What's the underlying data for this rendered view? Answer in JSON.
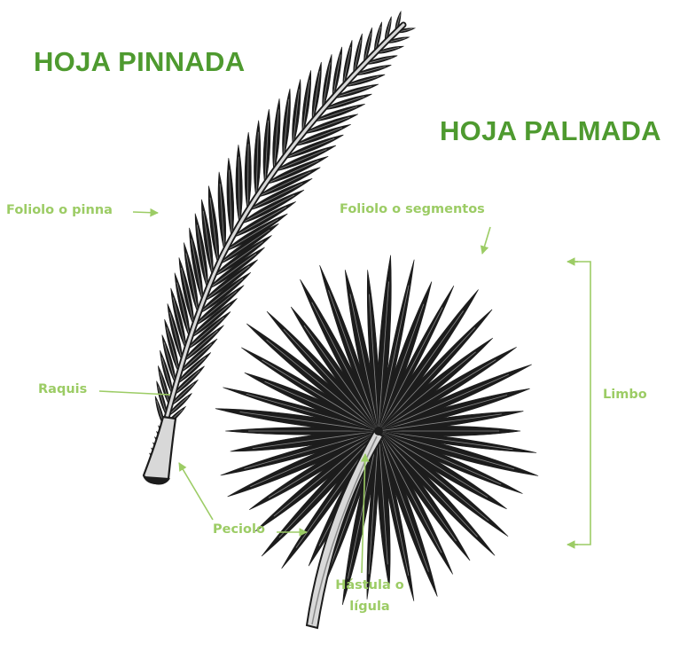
{
  "colors": {
    "title": "#4e9a2f",
    "label": "#9ccc65",
    "leaf_ink": "#1c1c1c",
    "leaf_shade": "#8a8a8a",
    "rachis_fill": "#d8d8d8"
  },
  "titles": {
    "pinnada": "HOJA PINNADA",
    "palmada": "HOJA PALMADA"
  },
  "labels": {
    "foliolo_pinna": "Foliolo o pinna",
    "foliolo_segmentos": "Foliolo o segmentos",
    "raquis": "Raquis",
    "limbo": "Limbo",
    "peciolo": "Peciolo",
    "hastula_line1": "Hástula o",
    "hastula_line2": "lígula"
  },
  "icons": {
    "pinnate": "pinnate-leaf-drawing-icon",
    "palmate": "palmate-leaf-drawing-icon"
  }
}
